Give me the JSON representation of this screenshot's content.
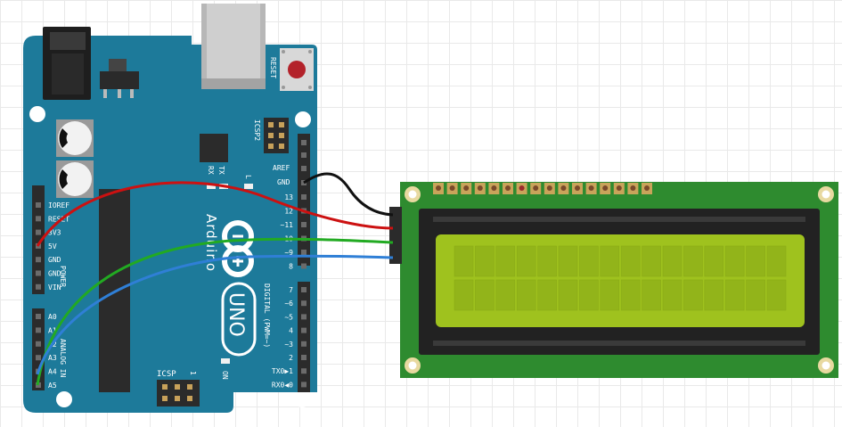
{
  "colors": {
    "board": "#1d7a9a",
    "pcb_lcd": "#2e8b2f",
    "lcd_bezel": "#222222",
    "lcd_screen": "#9fc21e",
    "wire_gnd": "#111111",
    "wire_5v": "#cc1111",
    "wire_a5": "#22aa22",
    "wire_a4": "#2f7fd6"
  },
  "arduino": {
    "reset_label": "RESET",
    "icsp2_label": "ICSP2",
    "icsp_label": "ICSP",
    "icsp_one": "1",
    "brand": "Arduino",
    "model": "UNO",
    "tx_label": "TX",
    "rx_label": "RX",
    "l_label": "L",
    "on_label": "ON",
    "aref_label": "AREF",
    "gnd_label": "GND",
    "digital_label": "DIGITAL (PWM=~)",
    "power_label": "POWER",
    "analog_label": "ANALOG IN",
    "power_pins": [
      "IOREF",
      "RESET",
      "3V3",
      "5V",
      "GND",
      "GND",
      "VIN"
    ],
    "analog_pins": [
      "A0",
      "A1",
      "A2",
      "A3",
      "A4",
      "A5"
    ],
    "digital_pins_top": [
      "13",
      "12",
      "~11",
      "~10",
      "~9",
      "8"
    ],
    "digital_pins_bottom": [
      "7",
      "~6",
      "~5",
      "4",
      "~3",
      "2",
      "TX0▶1",
      "RX0◀0"
    ]
  },
  "icons": {
    "infinity": "infinity-logo-icon",
    "reset_button": "reset-button-icon",
    "usb": "usb-port-icon",
    "dc_jack": "dc-jack-icon"
  }
}
